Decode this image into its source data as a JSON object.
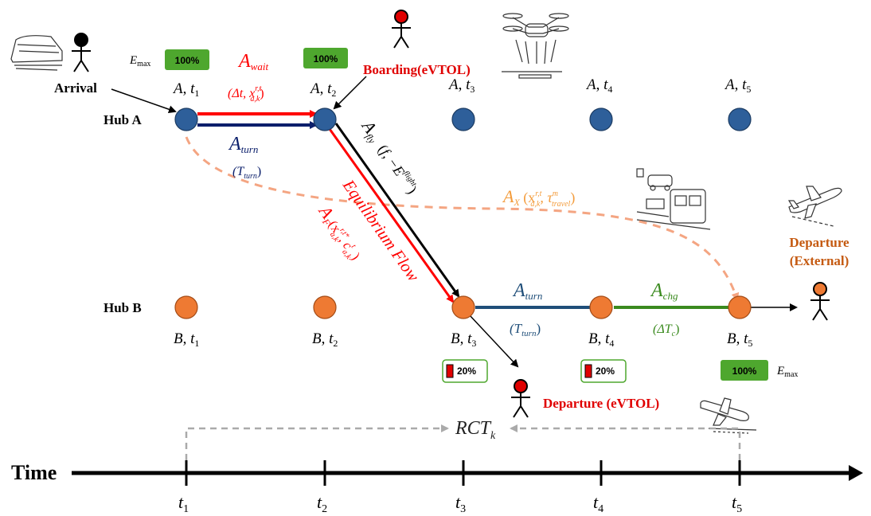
{
  "colors": {
    "hub_a_node": "#2e5f9a",
    "hub_b_node": "#ee7a33",
    "wait_arrow": "#ff0000",
    "turn_arrow": "#0b1f6b",
    "fly_arrow": "#000000",
    "flow_arrow": "#ff0000",
    "external_arrow": "#f4a582",
    "chg_arrow": "#3a8a1e",
    "battery_full": "#4ea72e",
    "battery_low": "#e00000",
    "departure_label": "#e00000",
    "external_label": "#c55a11",
    "rct_dash": "#aaaaaa"
  },
  "hubs": {
    "a_label": "Hub A",
    "b_label": "Hub B"
  },
  "nodes": {
    "a": [
      {
        "hub": "A",
        "t": "t",
        "sub": "1"
      },
      {
        "hub": "A",
        "t": "t",
        "sub": "2"
      },
      {
        "hub": "A",
        "t": "t",
        "sub": "3"
      },
      {
        "hub": "A",
        "t": "t",
        "sub": "4"
      },
      {
        "hub": "A",
        "t": "t",
        "sub": "5"
      }
    ],
    "b": [
      {
        "hub": "B",
        "t": "t",
        "sub": "1"
      },
      {
        "hub": "B",
        "t": "t",
        "sub": "2"
      },
      {
        "hub": "B",
        "t": "t",
        "sub": "3"
      },
      {
        "hub": "B",
        "t": "t",
        "sub": "4"
      },
      {
        "hub": "B",
        "t": "t",
        "sub": "5"
      }
    ]
  },
  "arcs": {
    "wait_label": "A",
    "wait_sub": "wait",
    "wait_param": "(Δt, x",
    "wait_param_sup": "r,t",
    "wait_param_sub": "a,k",
    "turn_label": "A",
    "turn_sub": "turn",
    "turn_param": "(T",
    "turn_param_sub": "turn",
    "fly_label": "A",
    "fly_sub": "fly",
    "fly_param": "(t",
    "fly_param_sub": "f",
    "fly_param_tail": ", −E",
    "fly_param_sup": "flight",
    "fly_param_sub2": "f",
    "flow_label": "A",
    "flow_sub": "F",
    "flow_param_sup": "r,t*",
    "flow_param_c_sup": "t",
    "flow_param_sub": "a,k",
    "equilibrium": "Equilibrium Flow",
    "external_label": "A",
    "external_sub": "X",
    "external_param_sup": "r,t",
    "external_param_sub": "a,k",
    "external_tau_sup": "m",
    "external_tau_sub": "travel",
    "turn2_label": "A",
    "turn2_sub": "turn",
    "turn2_param": "(T",
    "turn2_param_sub": "turn",
    "chg_label": "A",
    "chg_sub": "chg",
    "chg_param": "(ΔT",
    "chg_param_sub": "c"
  },
  "batteries": {
    "a1": "100%",
    "a2": "100%",
    "b3": "20%",
    "b4": "20%",
    "b5": "100%",
    "emax_main": "E",
    "emax_sub": "max"
  },
  "labels": {
    "arrival": "Arrival",
    "boarding": "Boarding(eVTOL)",
    "departure_evtol": "Departure (eVTOL)",
    "departure_ext_line1": "Departure",
    "departure_ext_line2": "(External)",
    "rct_main": "RCT",
    "rct_sub": "k",
    "time": "Time"
  },
  "timeline": {
    "ticks": [
      {
        "main": "t",
        "sub": "1"
      },
      {
        "main": "t",
        "sub": "2"
      },
      {
        "main": "t",
        "sub": "3"
      },
      {
        "main": "t",
        "sub": "4"
      },
      {
        "main": "t",
        "sub": "5"
      }
    ]
  },
  "icons": [
    "train-icon",
    "person-black-icon",
    "person-red-icon",
    "drone-icon",
    "car-train-icon",
    "airplane-icon",
    "person-orange-icon",
    "airplane-landing-icon"
  ]
}
